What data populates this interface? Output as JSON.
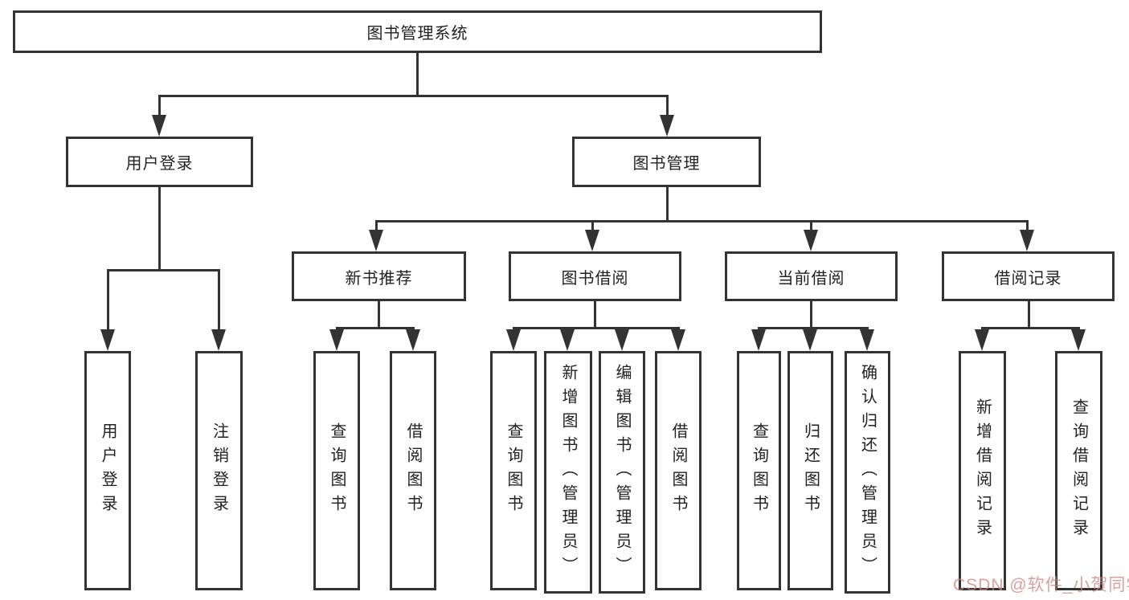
{
  "tree": {
    "root": "图书管理系统",
    "children": [
      {
        "label": "用户登录",
        "children": [
          "用户登录",
          "注销登录"
        ]
      },
      {
        "label": "图书管理",
        "children": [
          {
            "label": "新书推荐",
            "children": [
              "查询图书",
              "借阅图书"
            ]
          },
          {
            "label": "图书借阅",
            "children": [
              "查询图书",
              "新增图书（管理员）",
              "编辑图书（管理员）",
              "借阅图书"
            ]
          },
          {
            "label": "当前借阅",
            "children": [
              "查询图书",
              "归还图书",
              "确认归还（管理员）"
            ]
          },
          {
            "label": "借阅记录",
            "children": [
              "新增借阅记录",
              "查询借阅记录"
            ]
          }
        ]
      }
    ]
  },
  "watermark": {
    "text": "CSDN @软件_小贺同学"
  },
  "colors": {
    "line": "#333333",
    "box_border": "#333333",
    "text": "#222222",
    "background": "#ffffff",
    "watermark": "#cd8278"
  }
}
